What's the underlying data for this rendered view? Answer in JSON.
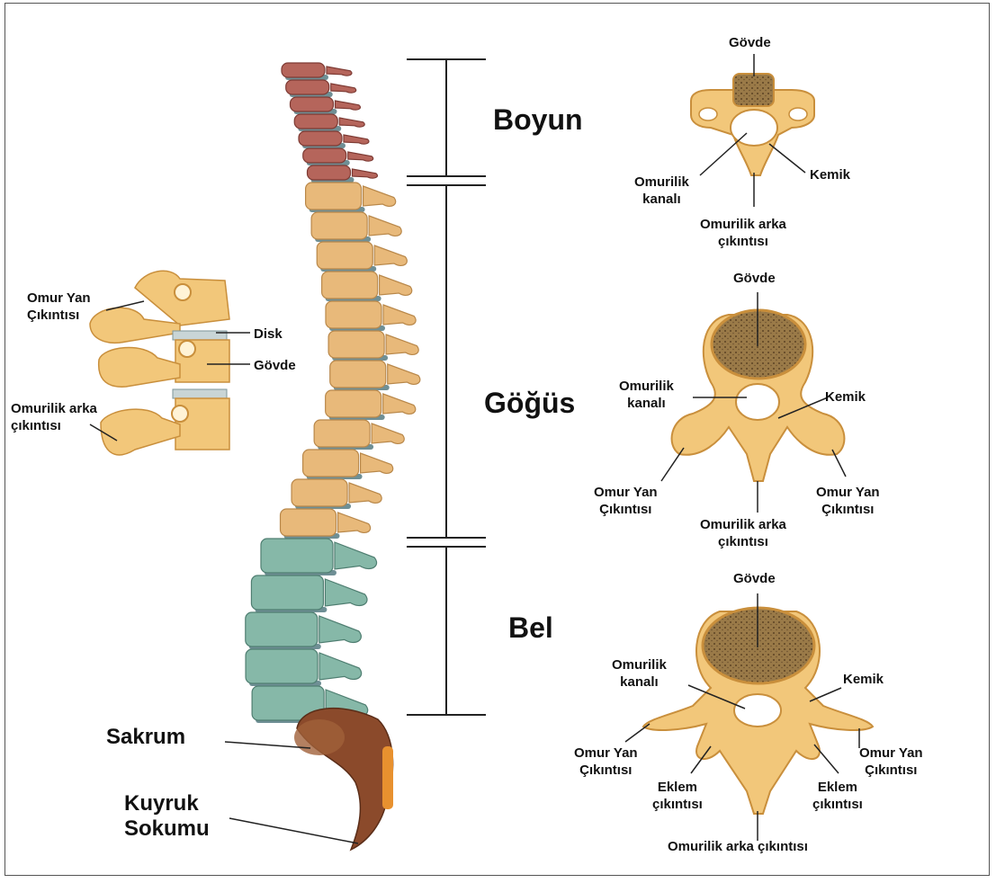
{
  "regions": {
    "cervical": "Boyun",
    "thoracic": "Göğüs",
    "lumbar": "Bel"
  },
  "spine_labels": {
    "sacrum": "Sakrum",
    "coccyx": "Kuyruk\nSokumu"
  },
  "side_view": {
    "transverse": "Omur Yan\nÇıkıntısı",
    "disk": "Disk",
    "body": "Gövde",
    "spinous": "Omurilik arka\nçıkıntısı"
  },
  "cervical_vertebra": {
    "body": "Gövde",
    "canal": "Omurilik\nkanalı",
    "bone": "Kemik",
    "spinous": "Omurilik arka\nçıkıntısı"
  },
  "thoracic_vertebra": {
    "body": "Gövde",
    "canal": "Omurilik\nkanalı",
    "bone": "Kemik",
    "transverse_left": "Omur Yan\nÇıkıntısı",
    "transverse_right": "Omur Yan\nÇıkıntısı",
    "spinous": "Omurilik arka\nçıkıntısı"
  },
  "lumbar_vertebra": {
    "body": "Gövde",
    "canal": "Omurilik\nkanalı",
    "bone": "Kemik",
    "transverse_left": "Omur Yan\nÇıkıntısı",
    "transverse_right": "Omur Yan\nÇıkıntısı",
    "facet_left": "Eklem\nçıkıntısı",
    "facet_right": "Eklem\nçıkıntısı",
    "spinous": "Omurilik arka çıkıntısı"
  },
  "colors": {
    "cervical": "#b5655b",
    "thoracic": "#e8b97a",
    "lumbar": "#86b8a8",
    "sacrum": "#8b4a2b",
    "bone": "#f2c77a",
    "bone_dark": "#c98f3c",
    "cancellous": "#8a6a3a",
    "disk": "#6f8f95"
  }
}
